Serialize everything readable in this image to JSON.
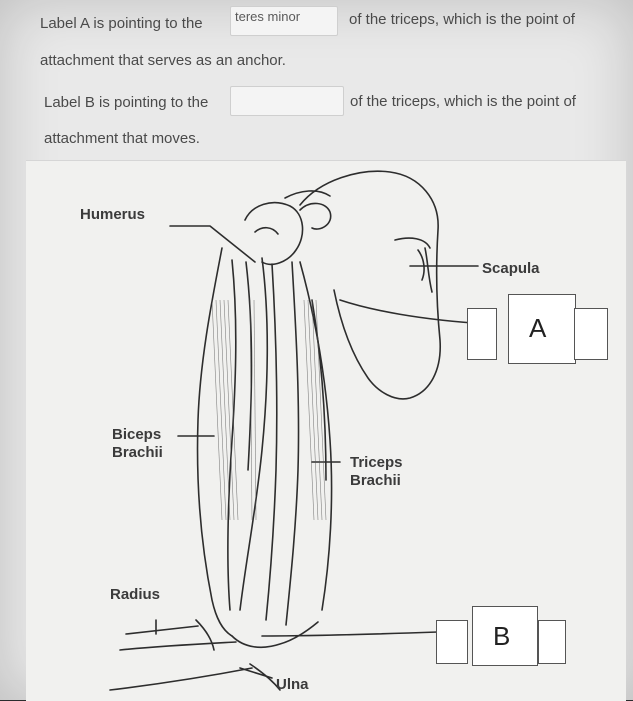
{
  "question_a": {
    "prefix": "Label A is pointing to the",
    "answer_value": "teres minor",
    "suffix": "of the triceps, which is the point of",
    "continuation": "attachment that serves as an anchor."
  },
  "question_b": {
    "prefix": "Label B is pointing to the",
    "answer_value": "",
    "suffix": "of the triceps, which is the point of",
    "continuation": "attachment that moves."
  },
  "figure": {
    "labels": {
      "humerus": "Humerus",
      "scapula": "Scapula",
      "biceps_line1": "Biceps",
      "biceps_line2": "Brachii",
      "triceps_line1": "Triceps",
      "triceps_line2": "Brachii",
      "radius": "Radius",
      "ulna": "Ulna"
    },
    "drop_targets": {
      "a": "A",
      "b": "B"
    }
  },
  "colors": {
    "background": "#e9e9e9",
    "figure_bg": "#f1f1ef",
    "line": "#2d2d2d"
  }
}
